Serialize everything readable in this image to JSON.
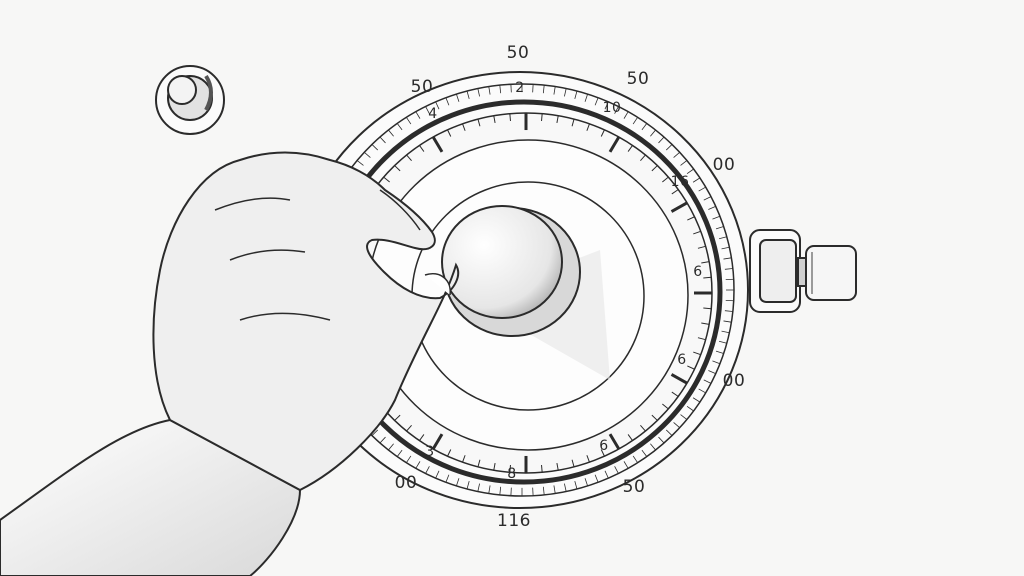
{
  "scene": {
    "subject": "pencil-sketch-hand-turning-dial",
    "colors": {
      "paper": "#f7f7f6",
      "ink": "#2b2b2b",
      "shade": "#8a8a8a"
    }
  },
  "dial_labels": {
    "top": "50",
    "top_left": "50",
    "top_right": "50",
    "right_upper": "00",
    "right_lower": "00",
    "bottom": "116",
    "bottom_left": "00",
    "bottom_right": "50"
  },
  "inner_numbers": {
    "n2": "2",
    "n4": "4",
    "n10": "10",
    "n16": "16",
    "n6a": "6",
    "n6b": "6",
    "n8": "8",
    "n6c": "6",
    "n3": "3"
  }
}
